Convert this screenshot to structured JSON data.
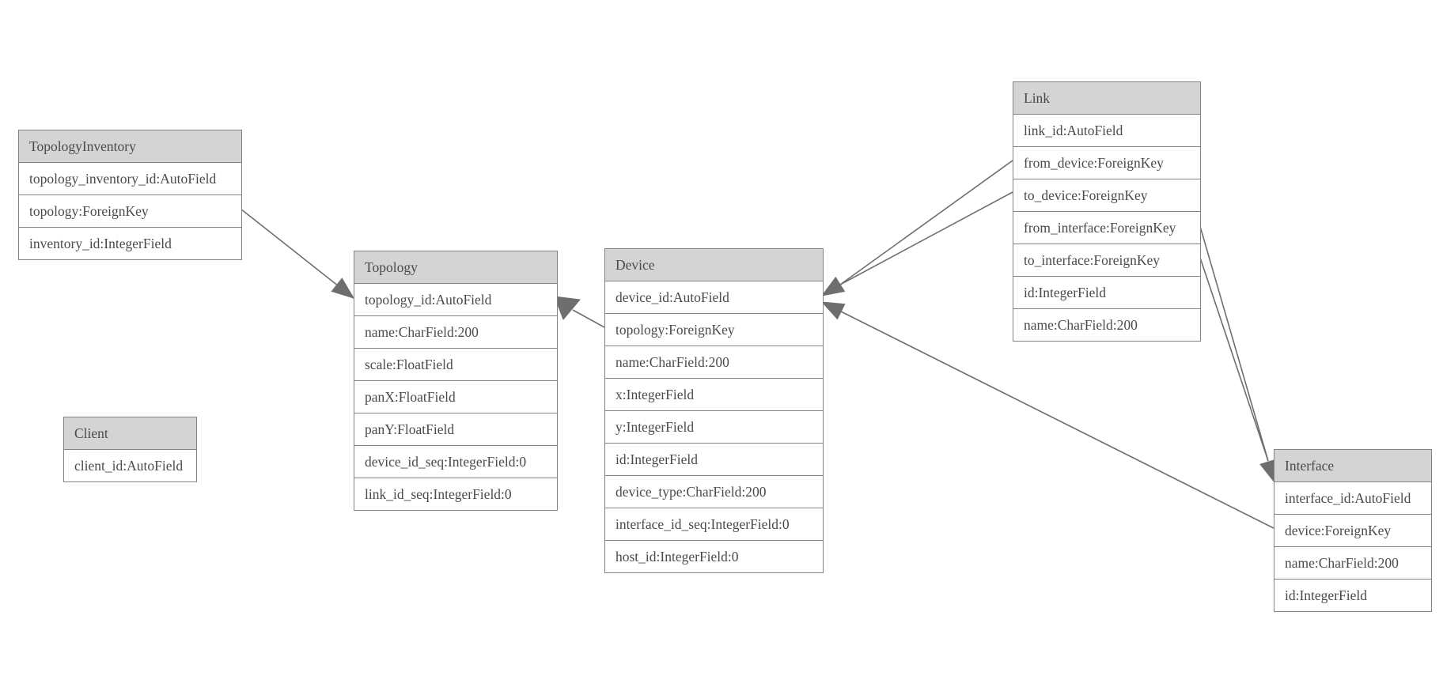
{
  "entities": {
    "topology_inventory": {
      "title": "TopologyInventory",
      "fields": [
        "topology_inventory_id:AutoField",
        "topology:ForeignKey",
        "inventory_id:IntegerField"
      ]
    },
    "topology": {
      "title": "Topology",
      "fields": [
        "topology_id:AutoField",
        "name:CharField:200",
        "scale:FloatField",
        "panX:FloatField",
        "panY:FloatField",
        "device_id_seq:IntegerField:0",
        "link_id_seq:IntegerField:0"
      ]
    },
    "client": {
      "title": "Client",
      "fields": [
        "client_id:AutoField"
      ]
    },
    "device": {
      "title": "Device",
      "fields": [
        "device_id:AutoField",
        "topology:ForeignKey",
        "name:CharField:200",
        "x:IntegerField",
        "y:IntegerField",
        "id:IntegerField",
        "device_type:CharField:200",
        "interface_id_seq:IntegerField:0",
        "host_id:IntegerField:0"
      ]
    },
    "link": {
      "title": "Link",
      "fields": [
        "link_id:AutoField",
        "from_device:ForeignKey",
        "to_device:ForeignKey",
        "from_interface:ForeignKey",
        "to_interface:ForeignKey",
        "id:IntegerField",
        "name:CharField:200"
      ]
    },
    "interface": {
      "title": "Interface",
      "fields": [
        "interface_id:AutoField",
        "device:ForeignKey",
        "name:CharField:200",
        "id:IntegerField"
      ]
    }
  },
  "relationships": [
    {
      "from": "TopologyInventory.topology",
      "to": "Topology.topology_id"
    },
    {
      "from": "Device.topology",
      "to": "Topology.topology_id"
    },
    {
      "from": "Link.from_device",
      "to": "Device.device_id"
    },
    {
      "from": "Link.to_device",
      "to": "Device.device_id"
    },
    {
      "from": "Link.from_interface",
      "to": "Interface.interface_id"
    },
    {
      "from": "Link.to_interface",
      "to": "Interface.interface_id"
    },
    {
      "from": "Interface.device",
      "to": "Device.device_id"
    }
  ],
  "colors": {
    "background": "#ffffff",
    "header_fill": "#d4d4d4",
    "border": "#838383",
    "text": "#4a4a4a",
    "line": "#6e6e6e",
    "arrow": "#6e6e6e"
  }
}
